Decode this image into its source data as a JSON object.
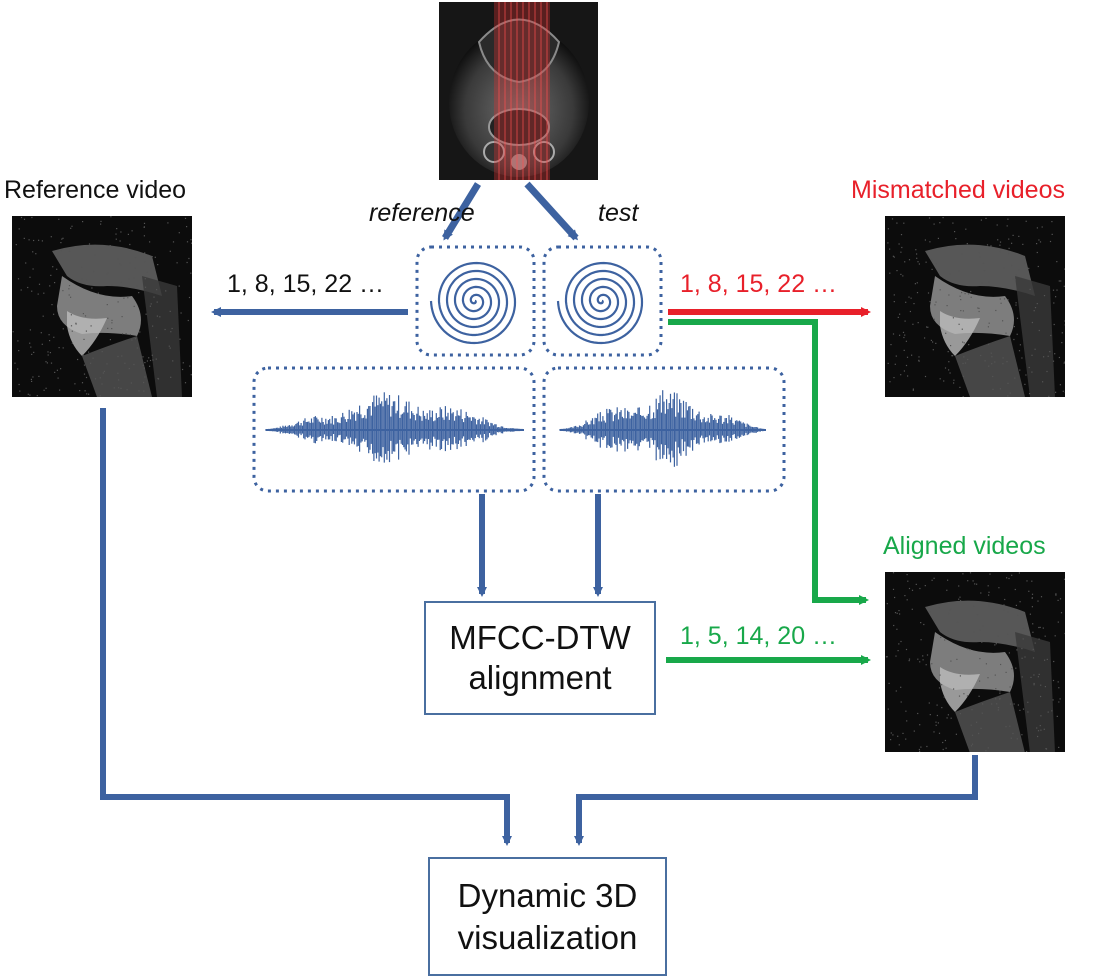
{
  "labels": {
    "reference_video": "Reference video",
    "mismatched_videos": "Mismatched videos",
    "aligned_videos": "Aligned videos",
    "reference": "reference",
    "test": "test",
    "ref_frames": "1, 8, 15, 22 …",
    "mismatched_frames": "1, 8, 15, 22 …",
    "aligned_frames": "1, 5, 14, 20 …"
  },
  "boxes": {
    "mfcc_line1": "MFCC-DTW",
    "mfcc_line2": "alignment",
    "viz_line1": "Dynamic 3D",
    "viz_line2": "visualization"
  },
  "icons": {
    "top_image": "axial-mri-slice-image",
    "reference_video": "sagittal-mri-frame-image",
    "mismatched_video": "sagittal-mri-frame-image",
    "aligned_video": "sagittal-mri-frame-image",
    "spiral": "spiral-trajectory-icon",
    "waveform": "audio-waveform-icon"
  },
  "colors": {
    "blue": "#3d62a0",
    "red": "#e8202a",
    "green": "#18a84a",
    "dotted": "#3d62a0",
    "text": "#111111"
  }
}
